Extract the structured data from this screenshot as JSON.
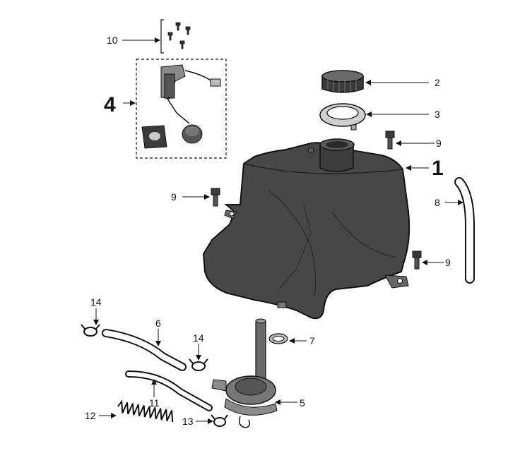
{
  "parts": [
    {
      "id": "fuel-tank",
      "label": "1"
    },
    {
      "id": "filler-cap",
      "label": "2"
    },
    {
      "id": "cap-ring",
      "label": "3"
    },
    {
      "id": "fuel-gauge-sender",
      "label": "4"
    },
    {
      "id": "fuel-tap",
      "label": "5"
    },
    {
      "id": "fuel-hose",
      "label": "6"
    },
    {
      "id": "hose-clamp",
      "label": "7"
    },
    {
      "id": "vent-hose",
      "label": "8"
    },
    {
      "id": "bolt-top-right",
      "label": "9"
    },
    {
      "id": "bolt-left",
      "label": "9"
    },
    {
      "id": "bolt-bottom-right",
      "label": "9"
    },
    {
      "id": "screws",
      "label": "10"
    },
    {
      "id": "vacuum-hose",
      "label": "11"
    },
    {
      "id": "spring",
      "label": "12"
    },
    {
      "id": "clip-lower",
      "label": "13"
    },
    {
      "id": "clip-left",
      "label": "14"
    },
    {
      "id": "clip-right",
      "label": "14"
    }
  ],
  "colors": {
    "ink": "#111111",
    "part_fill": "#4a4a4a",
    "part_light": "#9a9a9a",
    "background": "#ffffff"
  }
}
